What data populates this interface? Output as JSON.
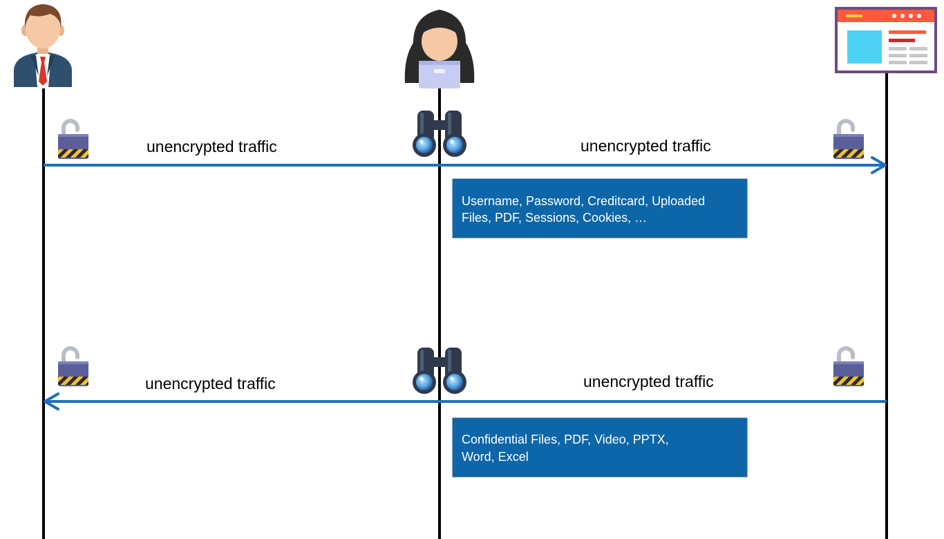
{
  "actors": [
    {
      "role": "user",
      "icon": "businessman-icon"
    },
    {
      "role": "attacker",
      "icon": "hacker-icon"
    },
    {
      "role": "server",
      "icon": "web-page-icon"
    }
  ],
  "request": {
    "left_label": "unencrypted traffic",
    "right_label": "unencrypted traffic",
    "exposed_data_lines": [
      "Username, Password, Creditcard, Uploaded",
      "Files, PDF, Sessions, Cookies, …"
    ]
  },
  "response": {
    "left_label": "unencrypted traffic",
    "right_label": "unencrypted traffic",
    "exposed_data_lines": [
      "Confidential Files, PDF, Video, PPTX,",
      "Word, Excel"
    ]
  },
  "colors": {
    "arrow": "#1f6fba",
    "info_box": "#0d66a8",
    "lifeline": "#000000",
    "lock_body": "#5a5f9a",
    "lock_shackle": "#b9bec6",
    "stripe_yellow": "#f5c12e"
  },
  "icons": {
    "lock": "open-padlock-icon",
    "observer": "binoculars-icon"
  }
}
